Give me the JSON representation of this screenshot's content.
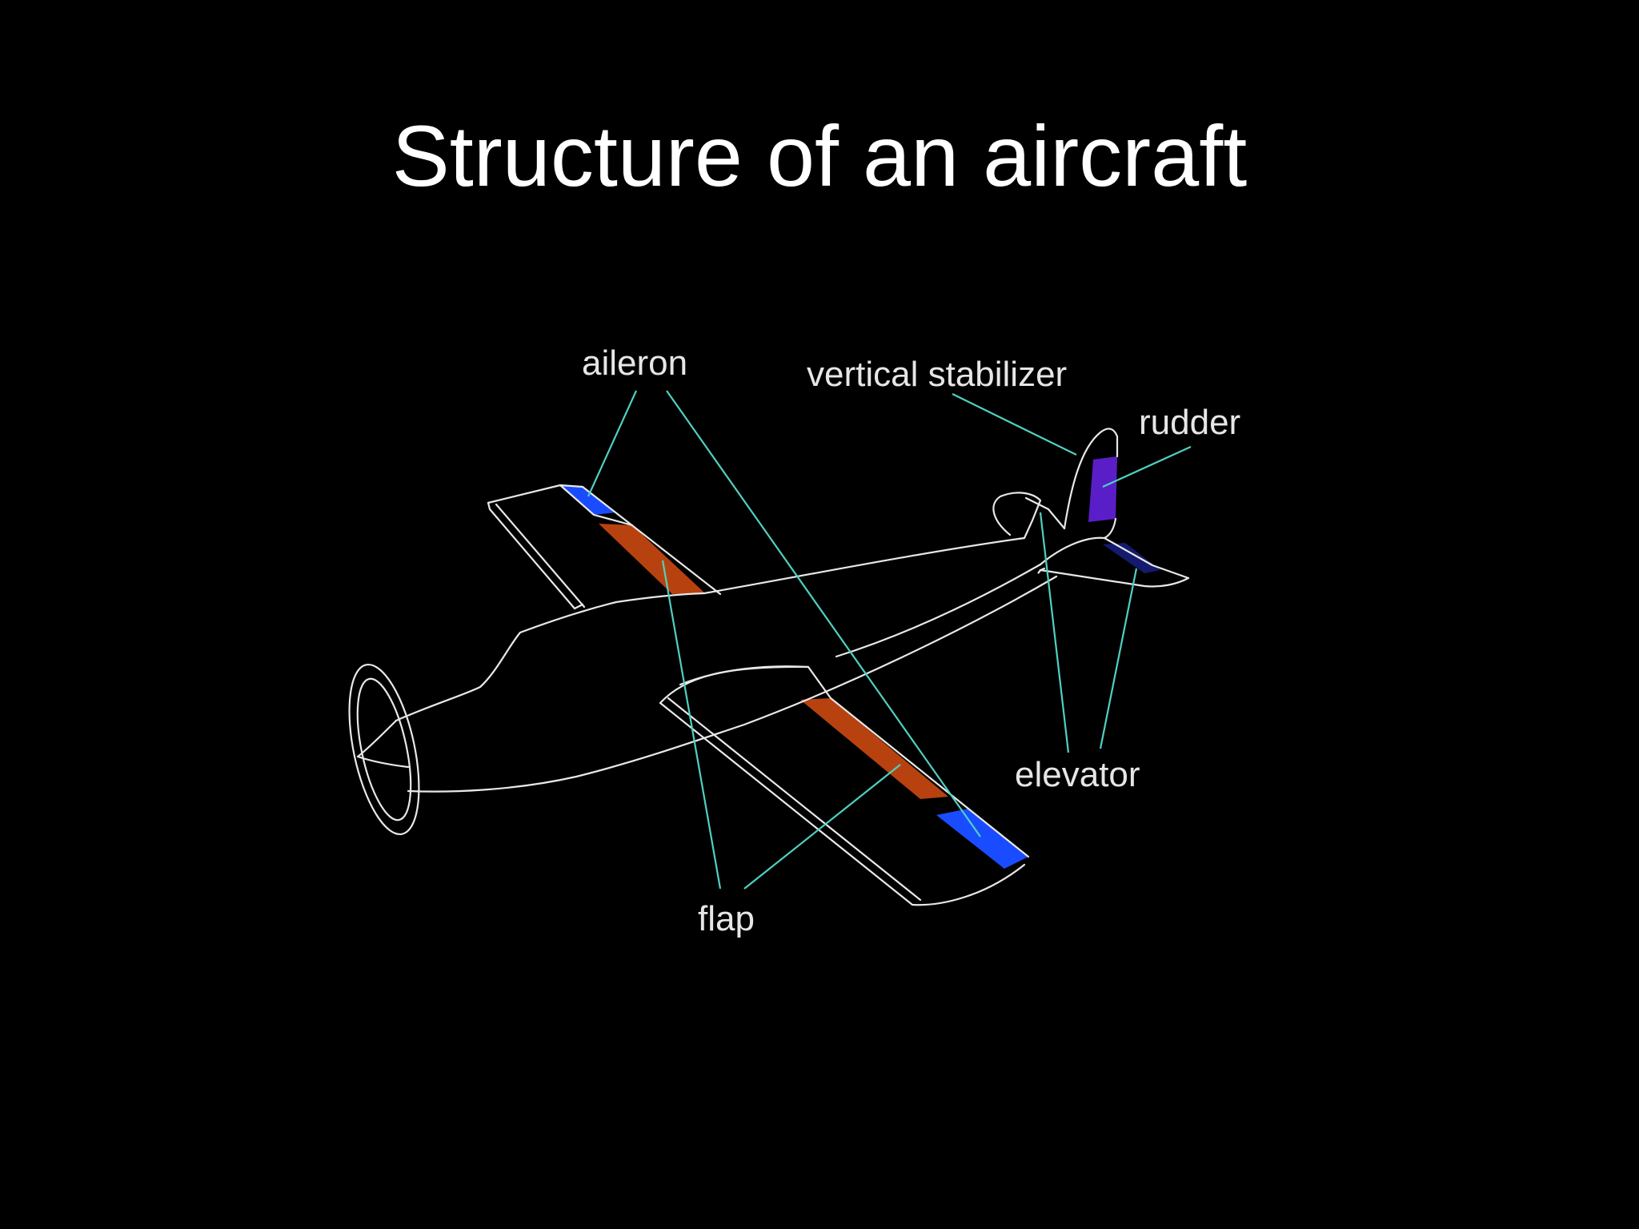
{
  "title": "Structure of an aircraft",
  "labels": {
    "aileron": "aileron",
    "vertical_stabilizer": "vertical stabilizer",
    "rudder": "rudder",
    "elevator": "elevator",
    "flap": "flap"
  },
  "colors": {
    "background": "#000000",
    "outline": "#e8e8e8",
    "leader": "#4fd1c0",
    "aileron": "#1a4cff",
    "flap": "#b8420f",
    "rudder": "#5a1ec8",
    "elevator": "#141a6e"
  }
}
